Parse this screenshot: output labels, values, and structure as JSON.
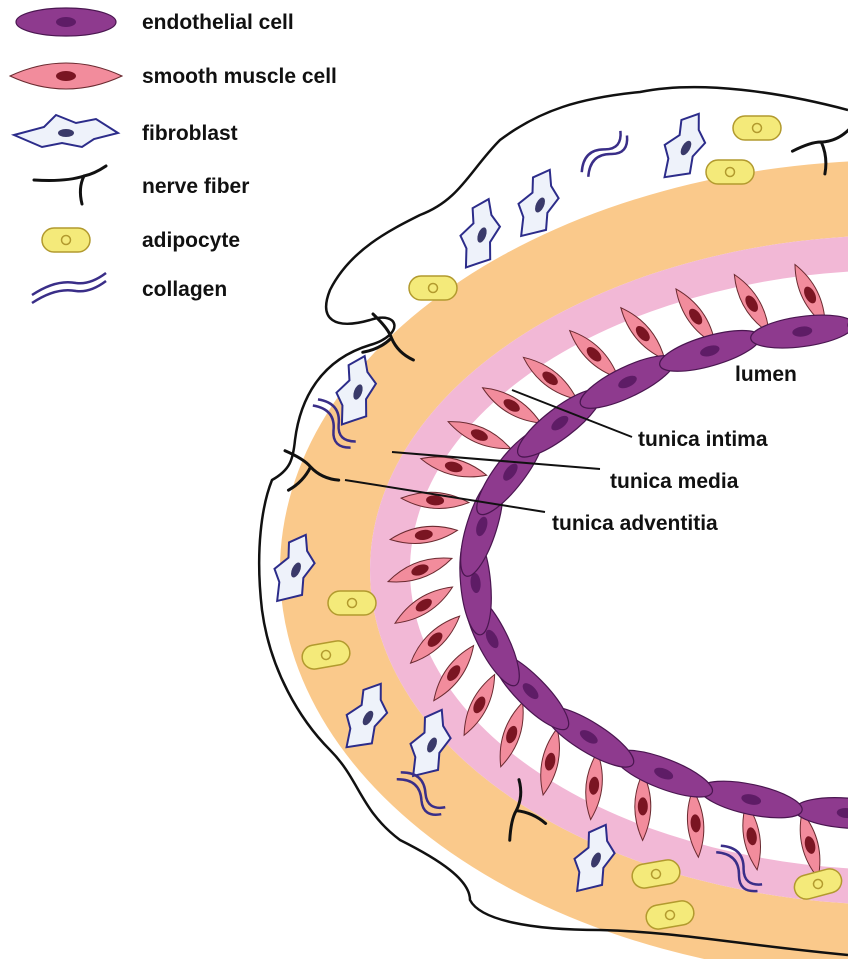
{
  "legend": [
    {
      "key": "endothelial",
      "label": "endothelial cell",
      "icon": "endothelial-cell-icon"
    },
    {
      "key": "smooth",
      "label": "smooth muscle cell",
      "icon": "smooth-muscle-cell-icon"
    },
    {
      "key": "fibroblast",
      "label": "fibroblast",
      "icon": "fibroblast-icon"
    },
    {
      "key": "nerve",
      "label": "nerve fiber",
      "icon": "nerve-fiber-icon"
    },
    {
      "key": "adipocyte",
      "label": "adipocyte",
      "icon": "adipocyte-icon"
    },
    {
      "key": "collagen",
      "label": "collagen",
      "icon": "collagen-icon"
    }
  ],
  "labels": {
    "lumen": "lumen",
    "intima": "tunica intima",
    "media": "tunica media",
    "adventitia": "tunica adventitia"
  },
  "colors": {
    "adventitia": "#FAC98B",
    "media_band": "#F2B8D6",
    "smooth_muscle": "#F28C9C",
    "smooth_nucleus": "#7A1522",
    "endothelial": "#8E3A8E",
    "endothelial_nucleus": "#5E1C66",
    "fibroblast_fill": "#EEF2FA",
    "fibroblast_stroke": "#2C2C8A",
    "fibroblast_nucleus": "#3A3A6A",
    "adipocyte": "#F4EA7A",
    "adipocyte_stroke": "#B29A2E",
    "collagen": "#3A2E88",
    "nerve": "#111111"
  }
}
